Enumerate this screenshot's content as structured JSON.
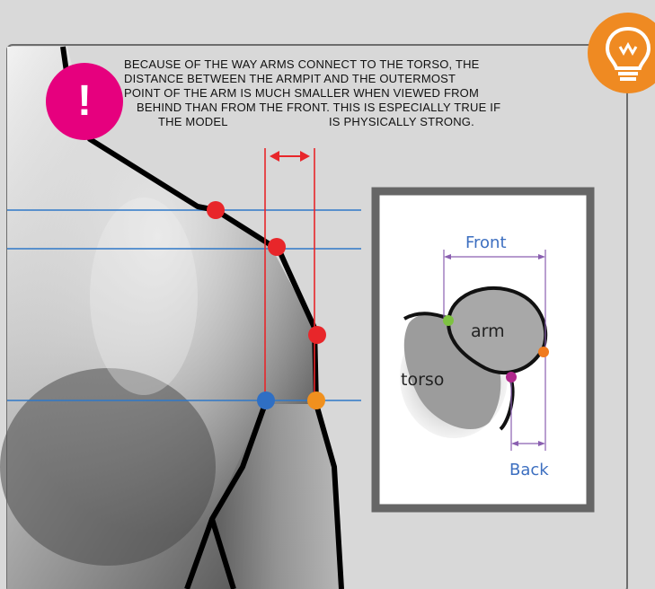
{
  "caption": {
    "lines": [
      "BECAUSE OF THE WAY ARMS CONNECT TO THE TORSO, THE",
      "DISTANCE BETWEEN THE ARMPIT AND THE OUTERMOST",
      "POINT OF THE ARM IS MUCH SMALLER WHEN VIEWED FROM",
      "BEHIND THAN FROM THE FRONT. THIS IS ESPECIALLY TRUE IF",
      "THE MODEL",
      "IS PHYSICALLY STRONG."
    ]
  },
  "badges": {
    "warning": {
      "symbol": "!",
      "icon": "exclamation-icon",
      "color": "#e6007e"
    },
    "tip": {
      "icon": "lightbulb-icon",
      "color": "#ef8a22"
    }
  },
  "inset": {
    "front_label": "Front",
    "back_label": "Back",
    "arm_label": "arm",
    "torso_label": "torso"
  },
  "colors": {
    "guide_line_blue": "#2f78c8",
    "guide_line_red": "#e8262a",
    "point_red": "#e8262a",
    "point_blue": "#2f6fc4",
    "point_orange": "#f0901e",
    "inset_front_back": "#8a5fb0",
    "inset_back_text": "#3d6fc0"
  }
}
